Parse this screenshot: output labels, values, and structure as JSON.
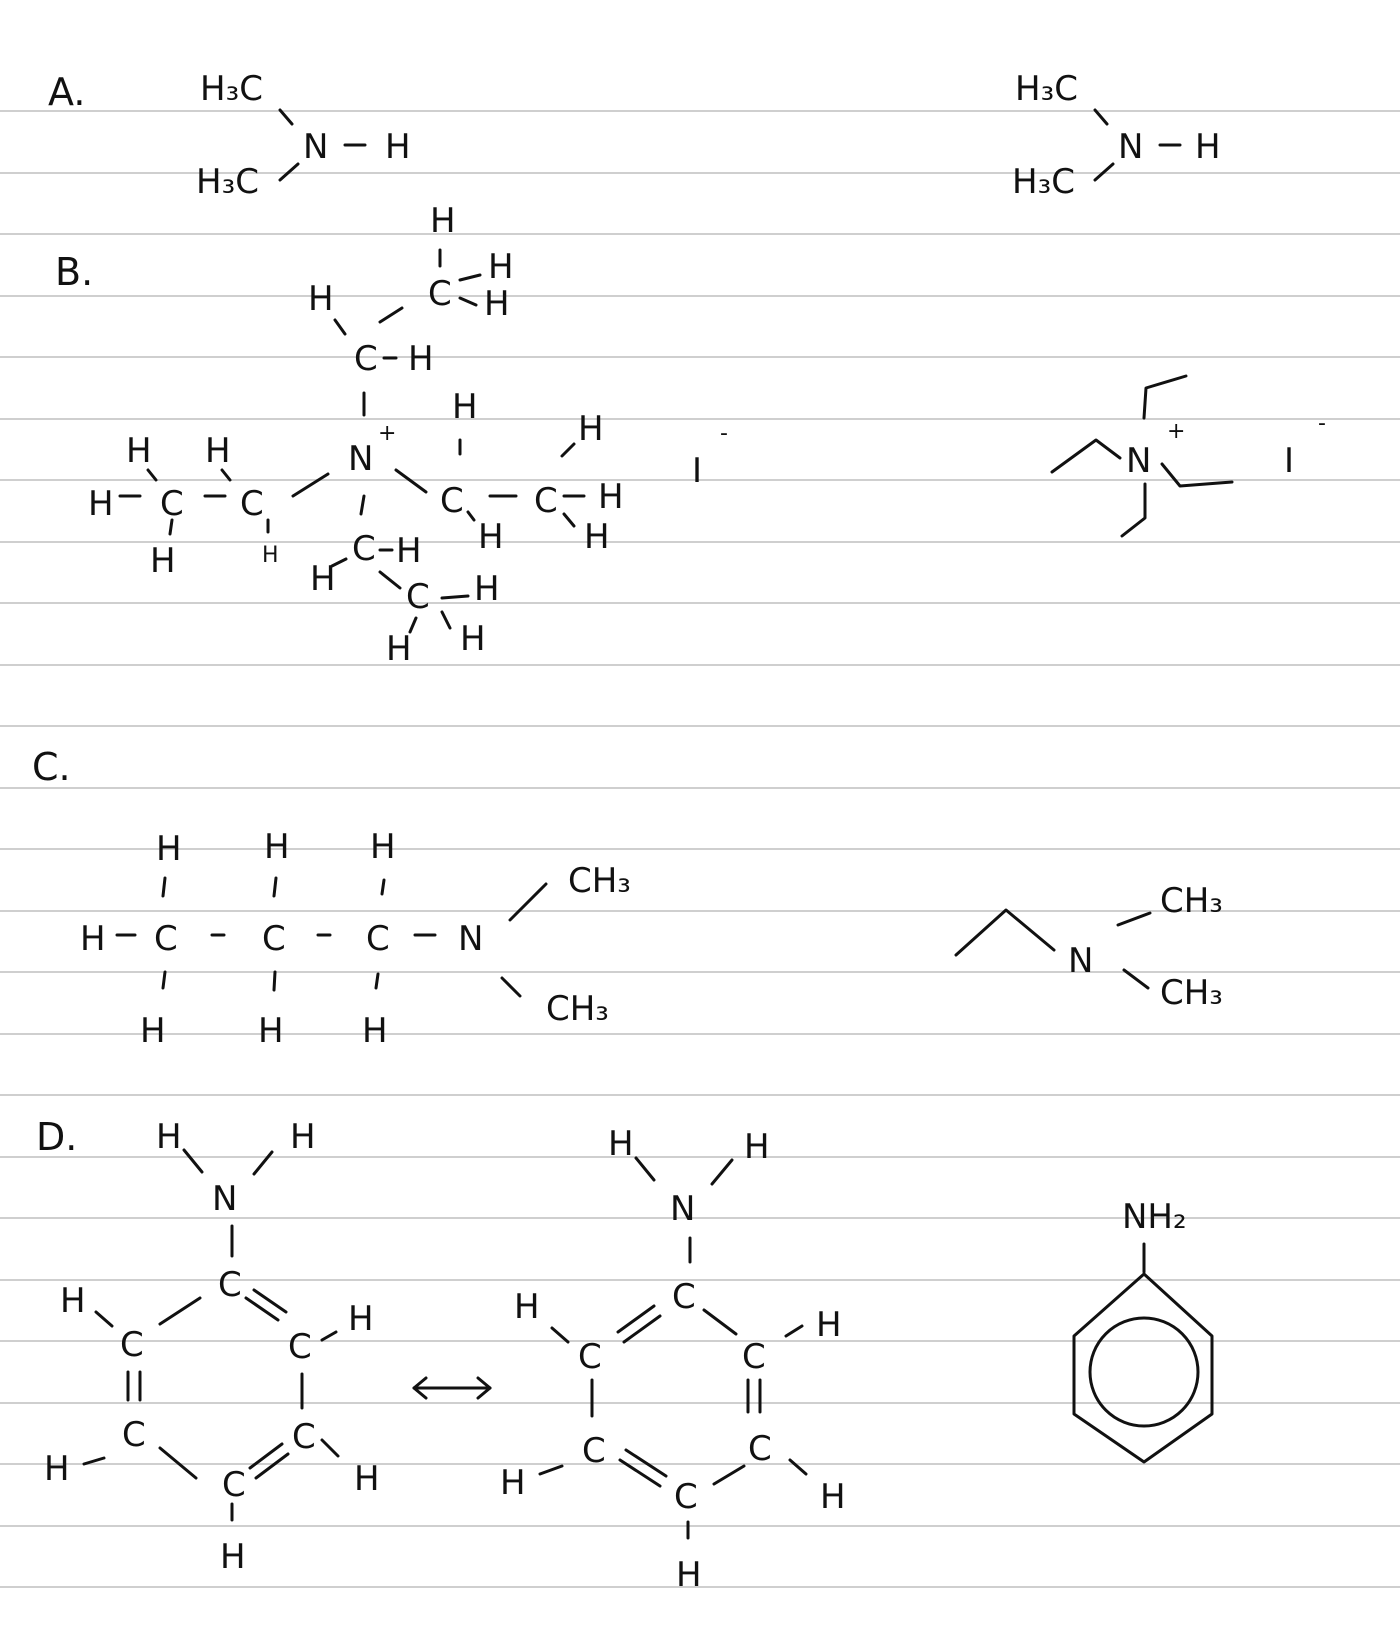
{
  "sections": [
    {
      "label": "A."
    },
    {
      "label": "B."
    },
    {
      "label": "C."
    },
    {
      "label": "D."
    }
  ],
  "atoms": {
    "H": "H",
    "C": "C",
    "N": "N",
    "H3C": "H₃C",
    "CH3": "CH₃",
    "NH2": "NH₂",
    "I": "I",
    "plus": "+",
    "minus": "-"
  },
  "colors": {
    "ink": "#111111",
    "rule": "#cfcfcf",
    "paper": "#ffffff"
  }
}
